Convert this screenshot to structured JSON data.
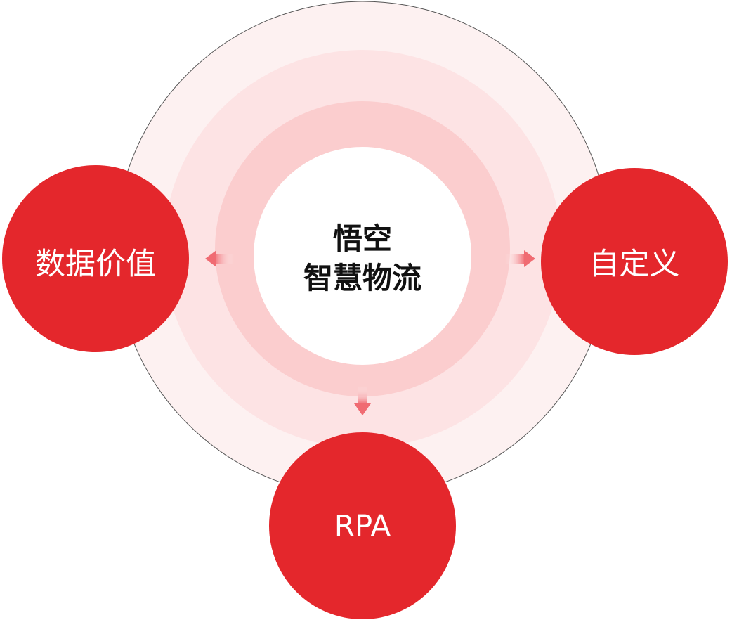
{
  "center": {
    "line1": "悟空",
    "line2": "智慧物流"
  },
  "nodes": [
    {
      "id": "left",
      "label": "数据价值",
      "direction": "left"
    },
    {
      "id": "right",
      "label": "自定义",
      "direction": "right"
    },
    {
      "id": "bottom",
      "label": "RPA",
      "direction": "down"
    }
  ],
  "colors": {
    "node_fill": "#e4272c",
    "outer_ring": "#fdeeee",
    "middle_ring": "#fcdfe0",
    "inner_ring": "#f9c9ca",
    "center_fill": "#ffffff",
    "arrow": "#f08a8f",
    "outline": "#555555"
  }
}
